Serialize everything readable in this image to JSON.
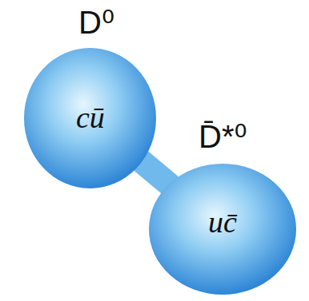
{
  "diagram": {
    "nodes": [
      {
        "text": [
          "D⁰",
          "cū"
        ]
      },
      {
        "text": [
          "D̄*⁰",
          "uc̄"
        ]
      }
    ],
    "edges": [
      {
        "from": 0,
        "to": 1,
        "arrow": "none"
      }
    ]
  }
}
